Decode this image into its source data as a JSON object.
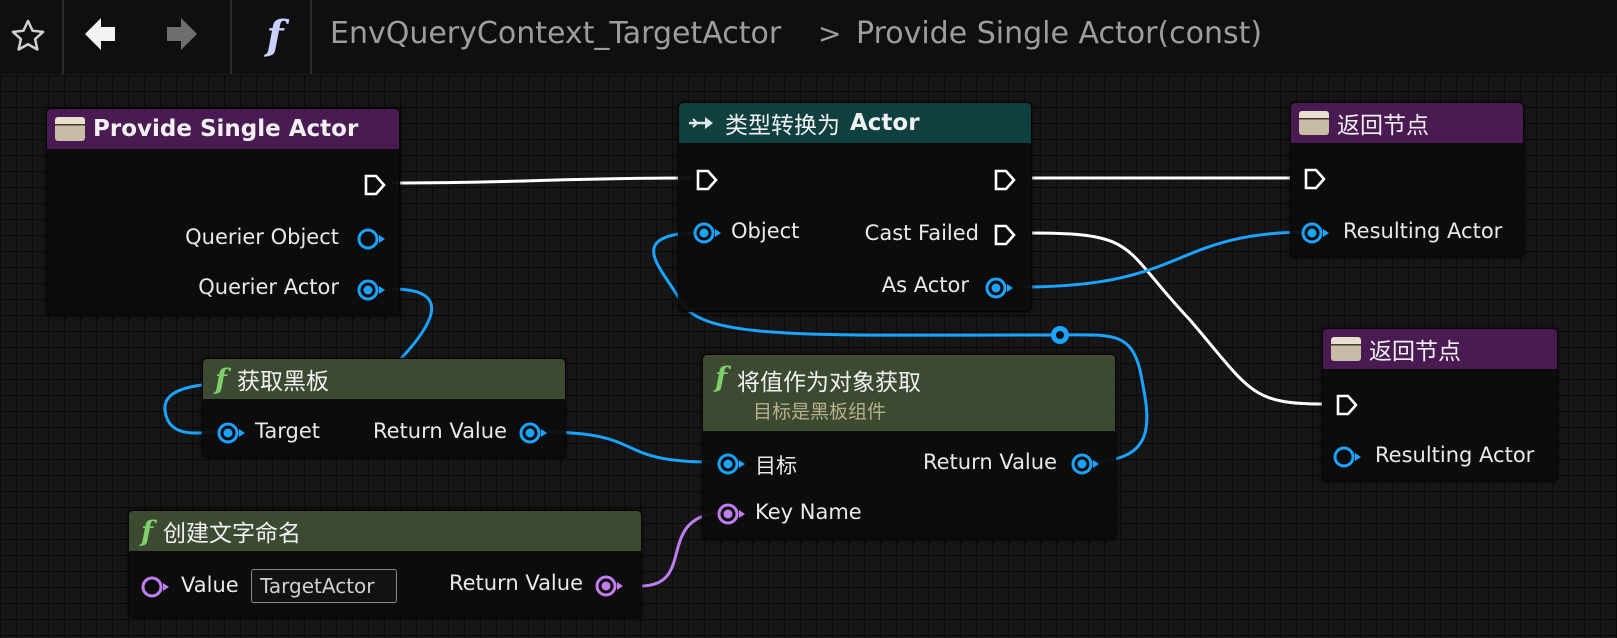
{
  "toolbar": {
    "breadcrumb": {
      "graph": "EnvQueryContext_TargetActor",
      "separator": ">",
      "function": "Provide Single Actor(const)"
    },
    "icons": [
      "star-icon",
      "back-arrow-icon",
      "forward-arrow-icon",
      "function-icon"
    ]
  },
  "nodes": {
    "provide": {
      "title": "Provide Single Actor",
      "pins": {
        "querier_object": "Querier Object",
        "querier_actor": "Querier Actor"
      }
    },
    "cast": {
      "title_prefix": "类型转换为",
      "title_bold": "Actor",
      "pins": {
        "object": "Object",
        "cast_failed": "Cast Failed",
        "as_actor": "As Actor"
      }
    },
    "return1": {
      "title": "返回节点",
      "pins": {
        "resulting_actor": "Resulting Actor"
      }
    },
    "return2": {
      "title": "返回节点",
      "pins": {
        "resulting_actor": "Resulting Actor"
      }
    },
    "get_blackboard": {
      "title": "获取黑板",
      "pins": {
        "target": "Target",
        "return_value": "Return Value"
      }
    },
    "get_value": {
      "title": "将值作为对象获取",
      "subtitle": "目标是黑板组件",
      "pins": {
        "target": "目标",
        "key_name": "Key Name",
        "return_value": "Return Value"
      }
    },
    "make_name": {
      "title": "创建文字命名",
      "pins": {
        "value": "Value",
        "return_value": "Return Value"
      },
      "value_field": "TargetActor"
    }
  },
  "colors": {
    "object_pin": "#1aa3ff",
    "name_pin": "#c07ef0",
    "exec_wire": "#ffffff",
    "pure_header": "#3c4a32",
    "function_header": "#4a1a52",
    "cast_header": "#103f40"
  }
}
